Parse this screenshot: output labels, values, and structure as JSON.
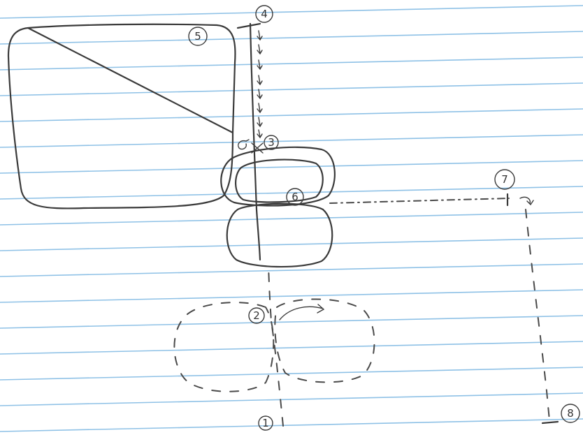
{
  "sheet": {
    "paper_color": "#ffffff",
    "rule_color": "#8ec1e6",
    "ink_color": "#3a3a3a"
  },
  "markers": [
    {
      "id": "marker-1",
      "label": "1"
    },
    {
      "id": "marker-2",
      "label": "2"
    },
    {
      "id": "marker-3",
      "label": "3"
    },
    {
      "id": "marker-4",
      "label": "4"
    },
    {
      "id": "marker-5",
      "label": "5"
    },
    {
      "id": "marker-6",
      "label": "6"
    },
    {
      "id": "marker-7",
      "label": "7"
    },
    {
      "id": "marker-8",
      "label": "8"
    }
  ]
}
